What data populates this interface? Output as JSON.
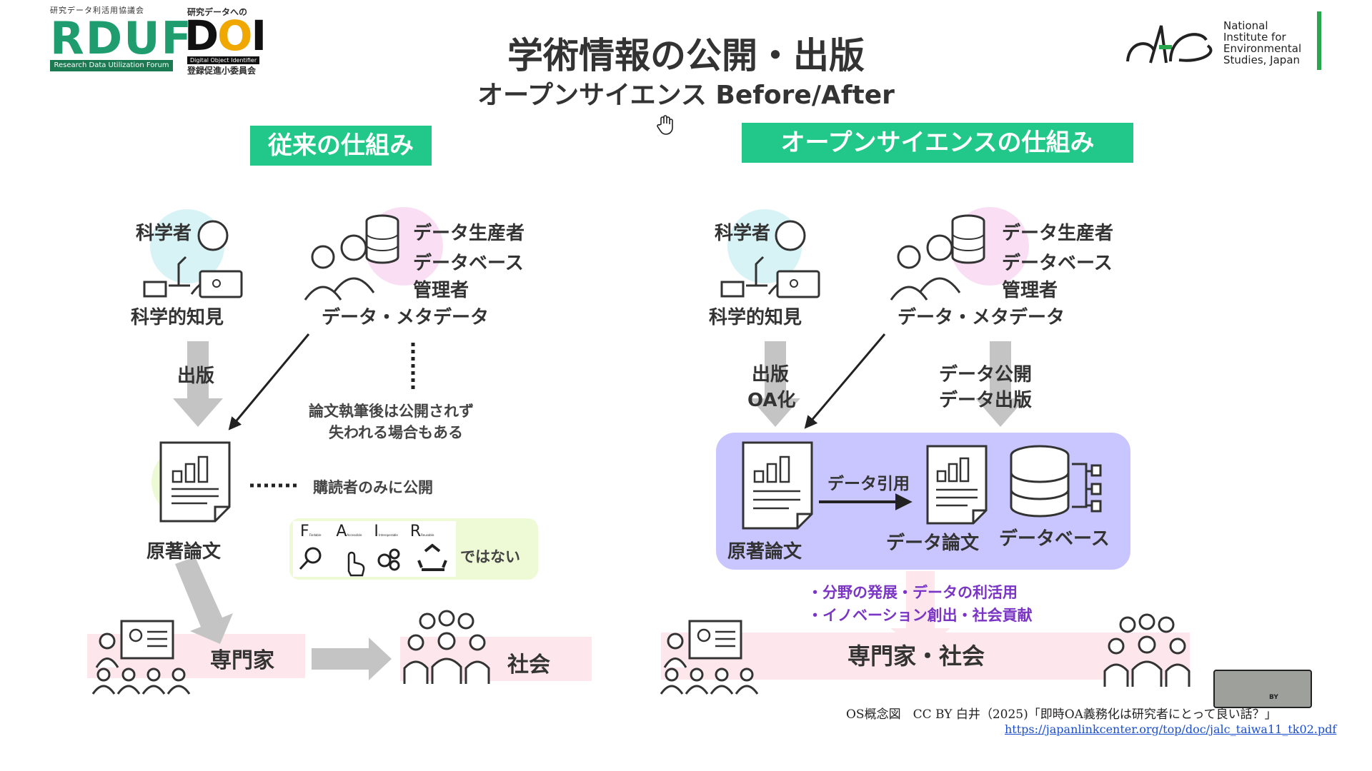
{
  "header": {
    "rduf_small": "研究データ利活用協議会",
    "rduf_main": "RDUF",
    "rduf_bar": "Research Data Utilization Forum",
    "doi_top": "研究データへの",
    "doi_d": "D",
    "doi_o": "O",
    "doi_i": "I",
    "doi_sub": "Digital Object Identifier",
    "doi_sub2": "登録促進小委員会",
    "title": "学術情報の公開・出版",
    "subtitle": "オープンサイエンス Before/After",
    "nies_line1": "National",
    "nies_line2": "Institute for",
    "nies_line3": "Environmental",
    "nies_line4": "Studies, Japan"
  },
  "left": {
    "section": "従来の仕組み",
    "scientist": "科学者",
    "knowledge": "科学的知見",
    "producer1": "データ生産者",
    "producer2": "データベース",
    "producer3": "管理者",
    "metadata": "データ・メタデータ",
    "publish": "出版",
    "lost1": "論文執筆後は公開されず",
    "lost2": "失われる場合もある",
    "subscribers": "購読者のみに公開",
    "paper": "原著論文",
    "fair_f": "F",
    "fair_a": "A",
    "fair_i": "I",
    "fair_r": "R",
    "fair_f_small": "Findable",
    "fair_a_small": "Accessible",
    "fair_i_small": "Interoperable",
    "fair_r_small": "Reusable",
    "not_fair": "ではない",
    "experts": "専門家",
    "society": "社会"
  },
  "right": {
    "section": "オープンサイエンスの仕組み",
    "scientist": "科学者",
    "knowledge": "科学的知見",
    "producer1": "データ生産者",
    "producer2": "データベース",
    "producer3": "管理者",
    "metadata": "データ・メタデータ",
    "publish1": "出版",
    "publish2": "OA化",
    "data_pub1": "データ公開",
    "data_pub2": "データ出版",
    "paper": "原著論文",
    "citation": "データ引用",
    "data_paper": "データ論文",
    "database": "データベース",
    "benefit1": "・分野の発展・データの利活用",
    "benefit2": "・イノベーション創出・社会貢献",
    "expert_society": "専門家・社会"
  },
  "footer": {
    "credit": "OS概念図　CC BY 白井（2025)「即時OA義務化は研究者にとって良い話？」",
    "url": "https://japanlinkcenter.org/top/doc/jalc_taiwa11_tk02.pdf",
    "cc_by": "BY"
  },
  "colors": {
    "accent_green": "#22c88a",
    "pink": "#fde7ec",
    "purple": "#c9c6ff",
    "purple_text": "#7a35c4"
  }
}
